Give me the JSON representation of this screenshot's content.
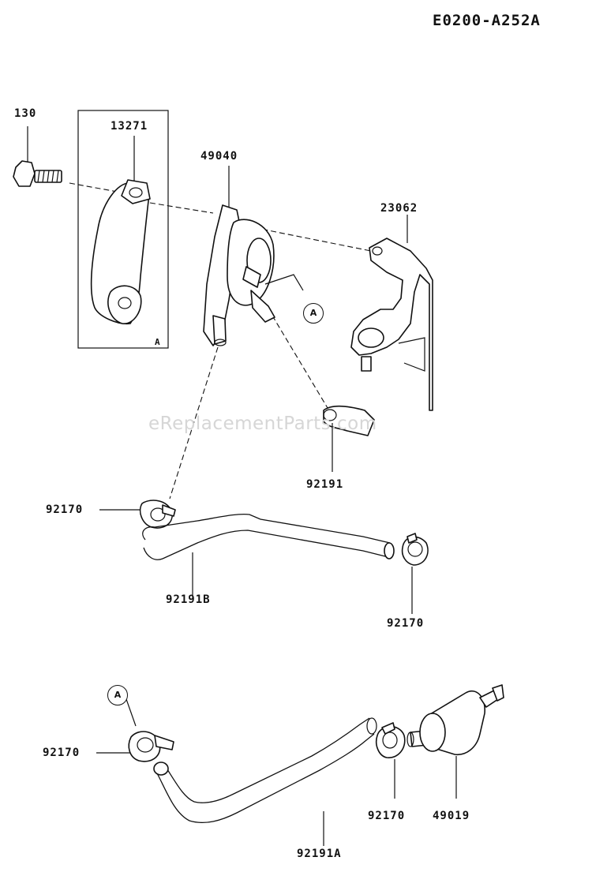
{
  "diagram_code": "E0200-A252A",
  "watermark": "eReplacementParts.com",
  "parts": [
    {
      "id": "130"
    },
    {
      "id": "13271"
    },
    {
      "id": "49040"
    },
    {
      "id": "23062"
    },
    {
      "id": "92191"
    },
    {
      "id": "92170"
    },
    {
      "id": "92191B"
    },
    {
      "id": "92170"
    },
    {
      "id": "92170"
    },
    {
      "id": "92170"
    },
    {
      "id": "49019"
    },
    {
      "id": "92191A"
    }
  ],
  "callouts": [
    {
      "letter": "A"
    },
    {
      "letter": "A"
    }
  ],
  "inset_label": "A"
}
